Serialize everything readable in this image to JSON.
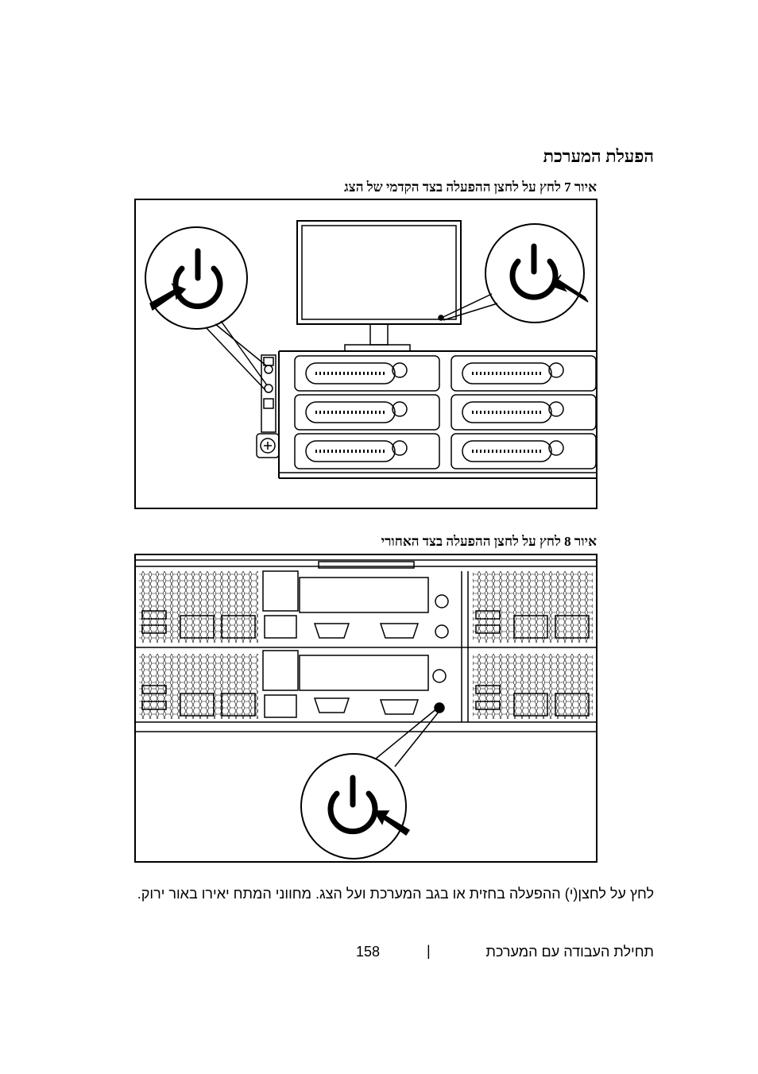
{
  "section_title": "הפעלת המערכת",
  "figures": [
    {
      "caption": "איור 7 לחץ על לחצן ההפעלה בצד הקדמי של הצג"
    },
    {
      "caption": "איור 8 לחץ על לחצן ההפעלה בצד האחורי"
    }
  ],
  "body_text": "לחץ על לחצן(י) ההפעלה בחזית או בגב המערכת ועל הצג. מחווני המתח יאירו באור ירוק.",
  "footer": {
    "title": "תחילת העבודה עם המערכת",
    "separator": "|",
    "page_number": "158"
  }
}
